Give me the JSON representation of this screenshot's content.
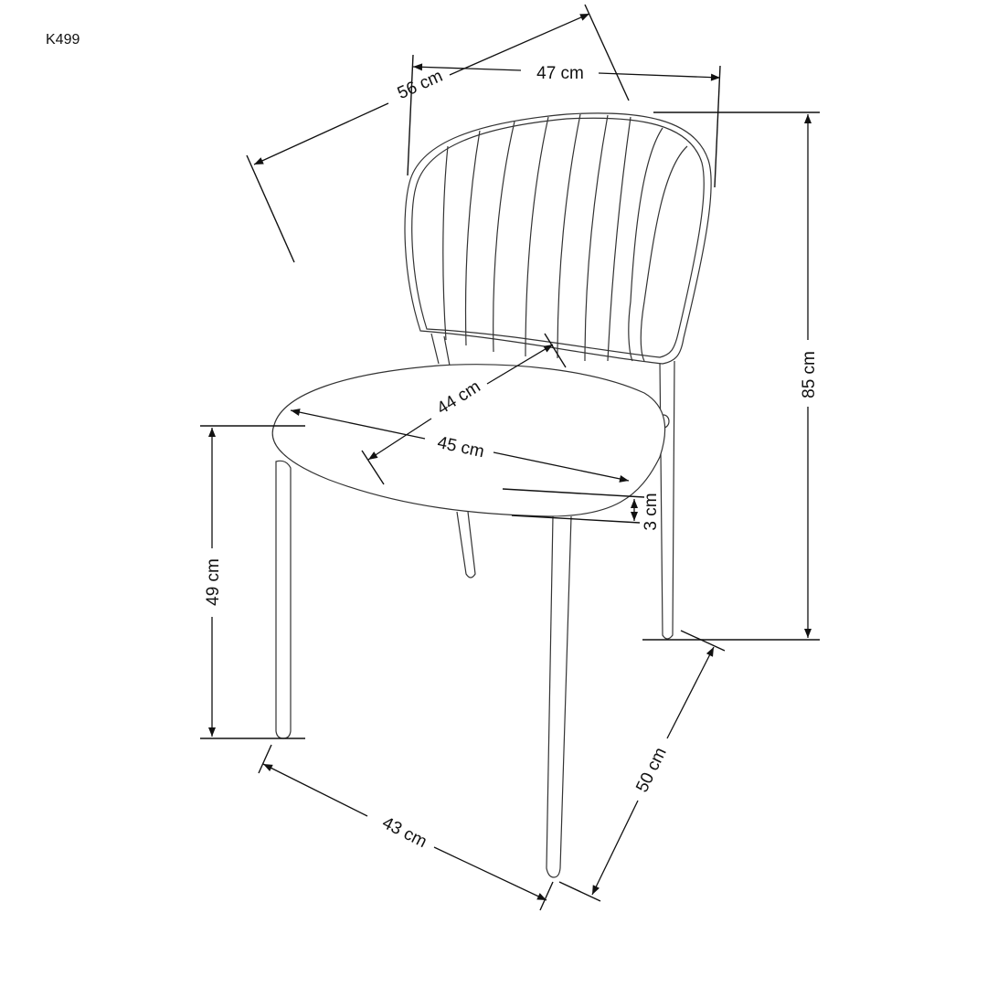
{
  "model_code": "K499",
  "dimensions": {
    "depth_total": "56 cm",
    "width_total": "47 cm",
    "height_total": "85 cm",
    "seat_depth": "44 cm",
    "seat_width": "45 cm",
    "seat_thickness": "3 cm",
    "seat_height": "49 cm",
    "leg_span_front": "43 cm",
    "leg_span_side": "50 cm"
  },
  "colors": {
    "line": "#111111",
    "background": "#ffffff"
  }
}
